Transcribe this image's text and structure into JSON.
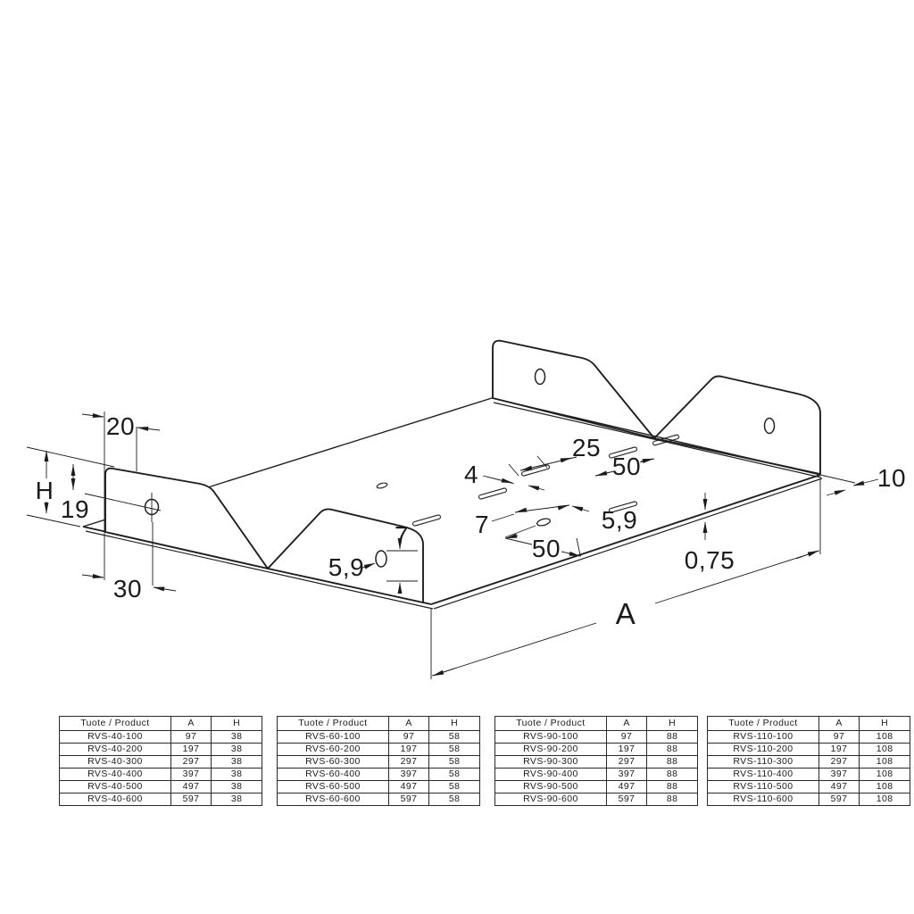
{
  "drawing": {
    "dimensions": {
      "flange_setback": "20",
      "height_label": "H",
      "hole_height": "19",
      "hole_setback": "30",
      "flange_hole_diameter": "5,9",
      "flange_hole_offset": "7",
      "slot_length": "25",
      "slot_pitch_upper": "50",
      "slot_width": "4",
      "floor_hole_offset": "7",
      "floor_hole_diameter": "5,9",
      "slot_pitch_lower": "50",
      "material_thickness": "0,75",
      "edge_margin": "10",
      "length_label": "A"
    }
  },
  "tables": [
    {
      "headers": [
        "Tuote / Product",
        "A",
        "H"
      ],
      "rows": [
        [
          "RVS-40-100",
          "97",
          "38"
        ],
        [
          "RVS-40-200",
          "197",
          "38"
        ],
        [
          "RVS-40-300",
          "297",
          "38"
        ],
        [
          "RVS-40-400",
          "397",
          "38"
        ],
        [
          "RVS-40-500",
          "497",
          "38"
        ],
        [
          "RVS-40-600",
          "597",
          "38"
        ]
      ]
    },
    {
      "headers": [
        "Tuote / Product",
        "A",
        "H"
      ],
      "rows": [
        [
          "RVS-60-100",
          "97",
          "58"
        ],
        [
          "RVS-60-200",
          "197",
          "58"
        ],
        [
          "RVS-60-300",
          "297",
          "58"
        ],
        [
          "RVS-60-400",
          "397",
          "58"
        ],
        [
          "RVS-60-500",
          "497",
          "58"
        ],
        [
          "RVS-60-600",
          "597",
          "58"
        ]
      ]
    },
    {
      "headers": [
        "Tuote / Product",
        "A",
        "H"
      ],
      "rows": [
        [
          "RVS-90-100",
          "97",
          "88"
        ],
        [
          "RVS-90-200",
          "197",
          "88"
        ],
        [
          "RVS-90-300",
          "297",
          "88"
        ],
        [
          "RVS-90-400",
          "397",
          "88"
        ],
        [
          "RVS-90-500",
          "497",
          "88"
        ],
        [
          "RVS-90-600",
          "597",
          "88"
        ]
      ]
    },
    {
      "headers": [
        "Tuote / Product",
        "A",
        "H"
      ],
      "rows": [
        [
          "RVS-110-100",
          "97",
          "108"
        ],
        [
          "RVS-110-200",
          "197",
          "108"
        ],
        [
          "RVS-110-300",
          "297",
          "108"
        ],
        [
          "RVS-110-400",
          "397",
          "108"
        ],
        [
          "RVS-110-500",
          "497",
          "108"
        ],
        [
          "RVS-110-600",
          "597",
          "108"
        ]
      ]
    }
  ]
}
